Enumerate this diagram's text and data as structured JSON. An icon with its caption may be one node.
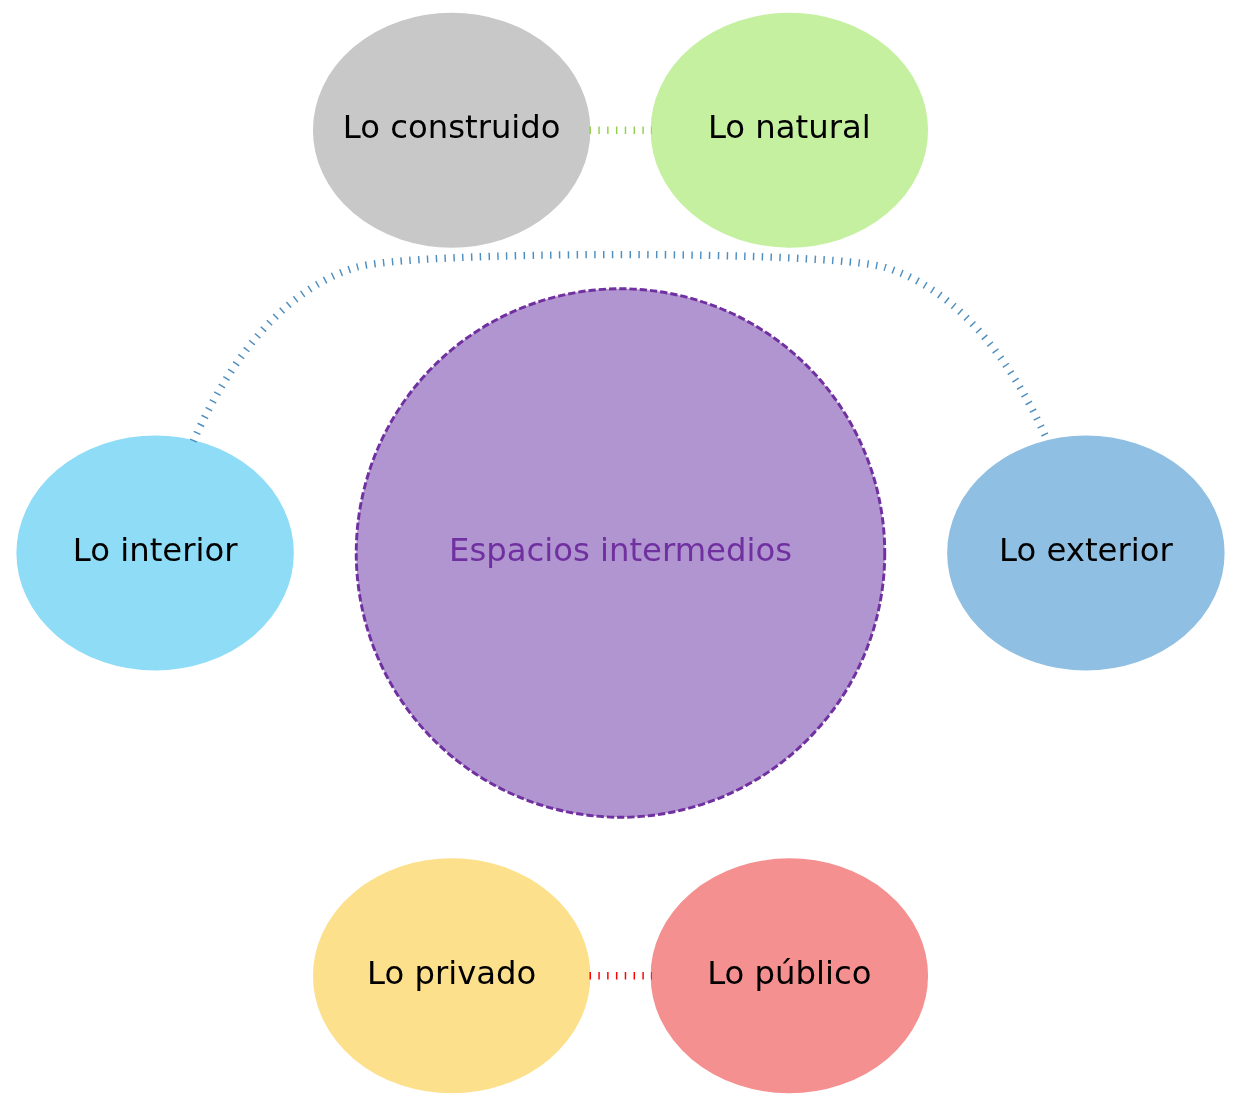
{
  "diagram": {
    "nodes": [
      {
        "text": [
          "Lo construido"
        ]
      },
      {
        "text": [
          "Lo natural"
        ]
      },
      {
        "text": [
          "Espacios intermedios"
        ]
      },
      {
        "text": [
          "Lo interior"
        ]
      },
      {
        "text": [
          "Lo exterior"
        ]
      },
      {
        "text": [
          "Lo privado"
        ]
      },
      {
        "text": [
          "Lo público"
        ]
      }
    ],
    "edges": [
      {
        "from": 0,
        "to": 1,
        "arrow": "none",
        "style": "dashed",
        "color": "#92d050"
      },
      {
        "from": 3,
        "to": 4,
        "arrow": "none",
        "style": "dashed",
        "color": "#4f8fc0"
      },
      {
        "from": 5,
        "to": 6,
        "arrow": "none",
        "style": "dashed",
        "color": "#ff0000"
      }
    ]
  }
}
